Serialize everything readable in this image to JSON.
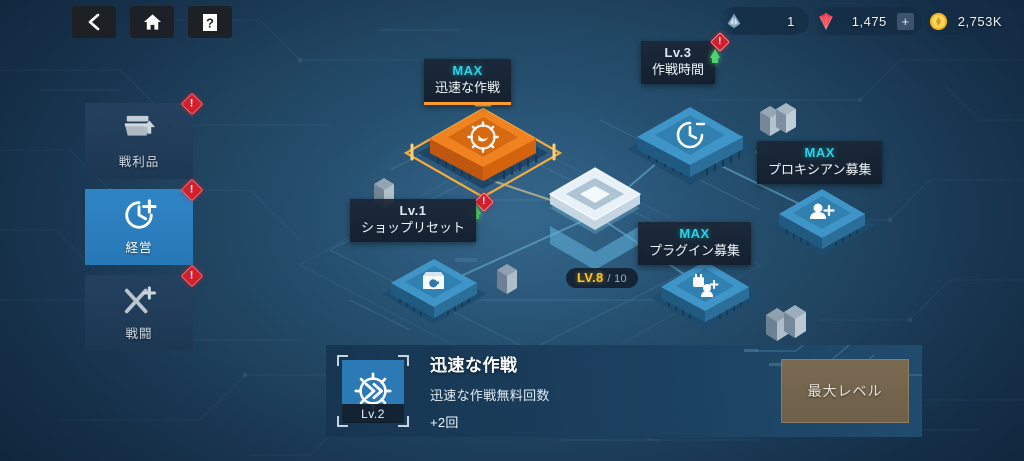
{
  "topbar": {
    "nav": [
      {
        "name": "back-button",
        "icon": "chevron-left-icon"
      },
      {
        "name": "home-button",
        "icon": "home-icon"
      },
      {
        "name": "help-button",
        "icon": "question-mark-icon"
      }
    ],
    "resources": [
      {
        "icon": "token-icon",
        "value": "1",
        "has_plus": false
      },
      {
        "icon": "gem-icon",
        "value": "1,475",
        "has_plus": true,
        "plus_label": "+"
      },
      {
        "icon": "coin-icon",
        "value": "2,753K",
        "has_plus": false
      }
    ]
  },
  "sidebar": {
    "items": [
      {
        "label": "戦利品",
        "icon": "loot-crate-icon",
        "active": false,
        "badge": "!"
      },
      {
        "label": "経営",
        "icon": "clock-plus-icon",
        "active": true,
        "badge": "!"
      },
      {
        "label": "戦闘",
        "icon": "swords-plus-icon",
        "active": false,
        "badge": "!"
      }
    ]
  },
  "tree": {
    "nodes": [
      {
        "id": "rapid-op",
        "top": "MAX",
        "name": "迅速な作戦",
        "selected": true
      },
      {
        "id": "op-time",
        "top": "Lv.3",
        "name": "作戦時間",
        "selected": false
      },
      {
        "id": "shop-reset",
        "top": "Lv.1",
        "name": "ショップリセット",
        "selected": false
      },
      {
        "id": "proxian-recruit",
        "top": "MAX",
        "name": "プロキシアン募集",
        "selected": false
      },
      {
        "id": "plugin-recruit",
        "top": "MAX",
        "name": "プラグイン募集",
        "selected": false
      }
    ],
    "core": {
      "level_label": "LV.8",
      "level_total": "/ 10"
    }
  },
  "detail": {
    "icon": "rapid-operation-icon",
    "level": "Lv.2",
    "title": "迅速な作戦",
    "description": "迅速な作戦無料回数",
    "value": "+2回",
    "action_label": "最大レベル"
  },
  "colors": {
    "background": "#1b3a57",
    "accent_cyan": "#2ad4e8",
    "selected_orange": "#ff9a2e",
    "level_gold": "#ffc526",
    "active_tab_blue": "#2f85c4",
    "badge_red": "#d21f2c",
    "upgrade_green": "#4fd36a"
  }
}
